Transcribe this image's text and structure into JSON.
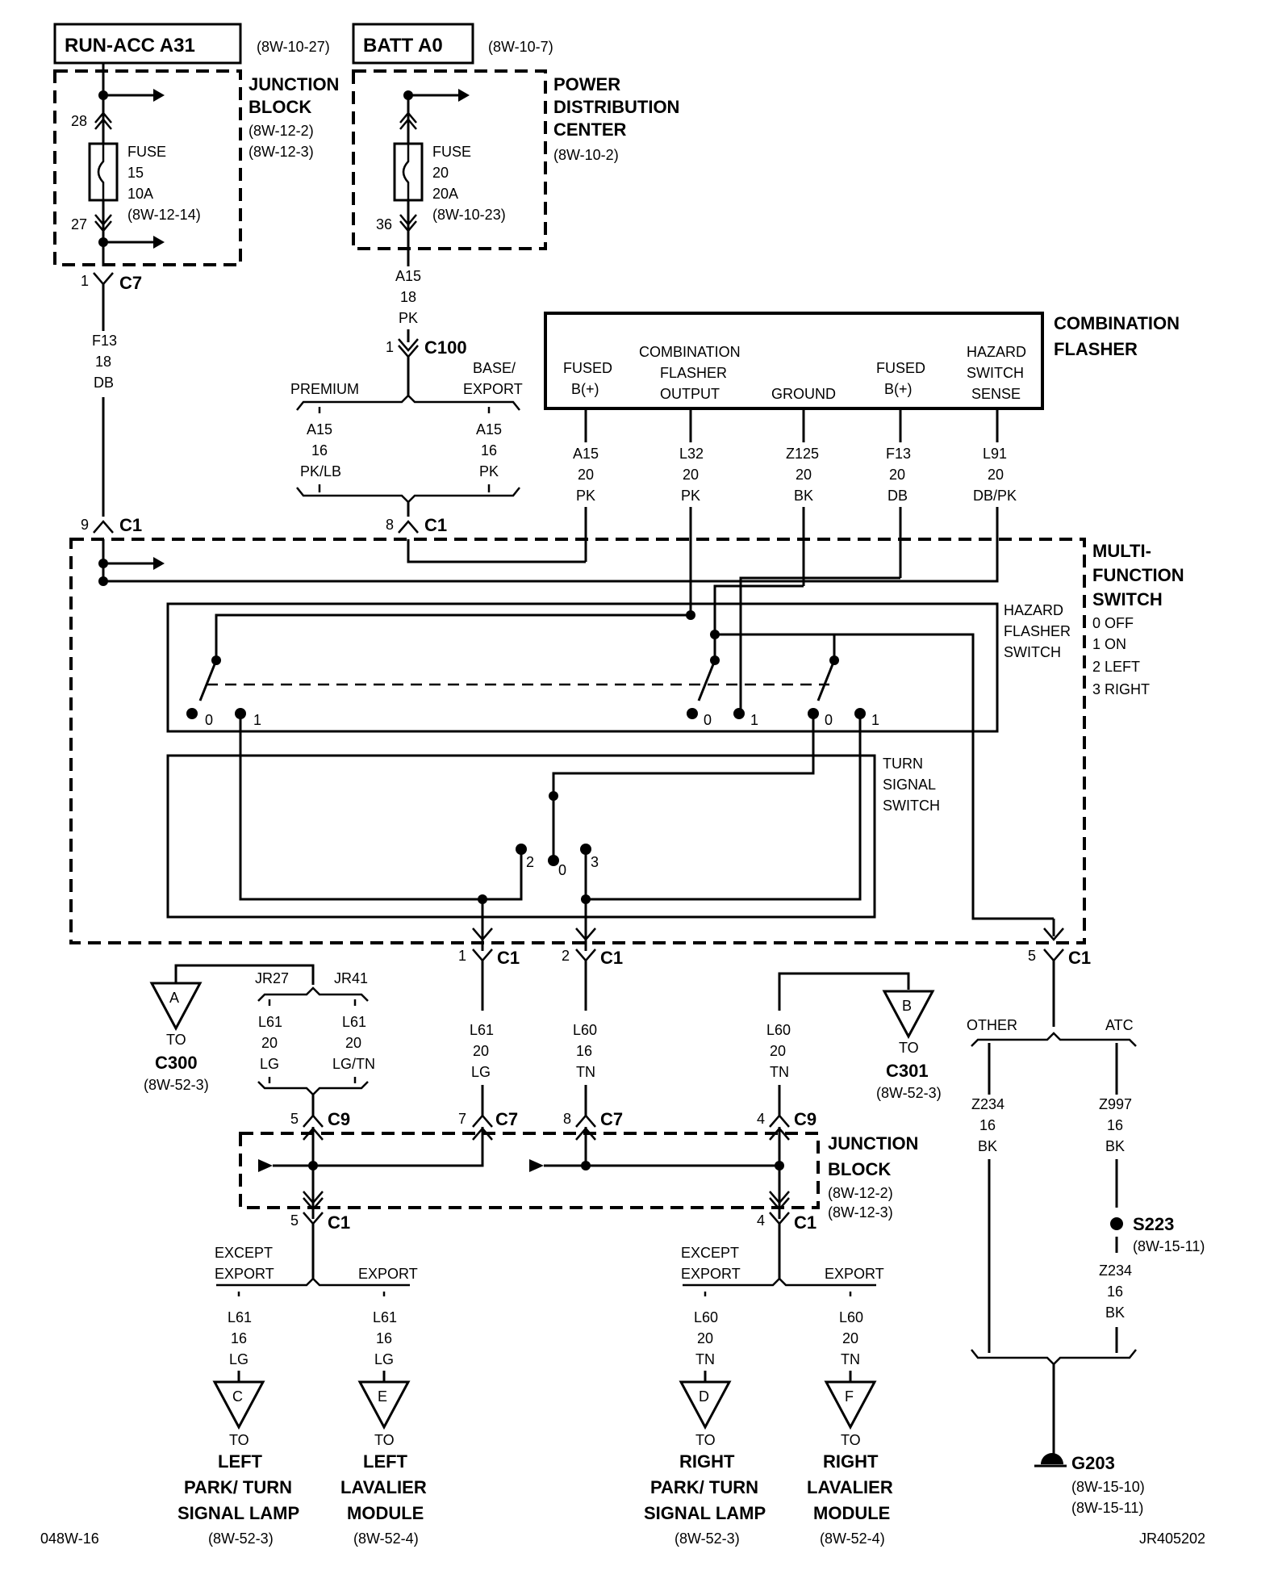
{
  "sources": {
    "run_acc": {
      "label": "RUN-ACC A31",
      "ref": "(8W-10-27)"
    },
    "batt": {
      "label": "BATT A0",
      "ref": "(8W-10-7)"
    }
  },
  "junction_block_top": {
    "title": [
      "JUNCTION",
      "BLOCK"
    ],
    "refs": [
      "(8W-12-2)",
      "(8W-12-3)"
    ],
    "fuse": [
      "FUSE",
      "15",
      "10A",
      "(8W-12-14)"
    ],
    "pin_in": "28",
    "pin_out": "27"
  },
  "pdc": {
    "title": [
      "POWER",
      "DISTRIBUTION",
      "CENTER"
    ],
    "ref": "(8W-10-2)",
    "fuse": [
      "FUSE",
      "20",
      "20A",
      "(8W-10-23)"
    ],
    "pin_out": "36"
  },
  "wires_top": {
    "f13": [
      "F13",
      "18",
      "DB"
    ],
    "a15": [
      "A15",
      "18",
      "PK"
    ],
    "a15_premium": [
      "A15",
      "16",
      "PK/LB"
    ],
    "a15_base": [
      "A15",
      "16",
      "PK"
    ]
  },
  "connectors_top": {
    "c7": {
      "pin": "1",
      "name": "C7"
    },
    "c100": {
      "pin": "1",
      "name": "C100"
    },
    "c1_9": {
      "pin": "9",
      "name": "C1"
    },
    "c1_8": {
      "pin": "8",
      "name": "C1"
    },
    "premium": "PREMIUM",
    "base_export": [
      "BASE/",
      "EXPORT"
    ]
  },
  "flasher": {
    "title": [
      "COMBINATION",
      "FLASHER"
    ],
    "pins": [
      {
        "label": [
          "FUSED",
          "B(+)"
        ],
        "wire": [
          "A15",
          "20",
          "PK"
        ]
      },
      {
        "label": [
          "COMBINATION",
          "FLASHER",
          "OUTPUT"
        ],
        "wire": [
          "L32",
          "20",
          "PK"
        ]
      },
      {
        "label": [
          "GROUND"
        ],
        "wire": [
          "Z125",
          "20",
          "BK"
        ]
      },
      {
        "label": [
          "FUSED",
          "B(+)"
        ],
        "wire": [
          "F13",
          "20",
          "DB"
        ]
      },
      {
        "label": [
          "HAZARD",
          "SWITCH",
          "SENSE"
        ],
        "wire": [
          "L91",
          "20",
          "DB/PK"
        ]
      }
    ]
  },
  "mfs": {
    "title": [
      "MULTI-",
      "FUNCTION",
      "SWITCH"
    ],
    "positions": [
      "0 OFF",
      "1 ON",
      "2 LEFT",
      "3 RIGHT"
    ],
    "hazard_label": [
      "HAZARD",
      "FLASHER",
      "SWITCH"
    ],
    "turn_label": [
      "TURN",
      "SIGNAL",
      "SWITCH"
    ],
    "hz_contacts": [
      "0",
      "1",
      "0",
      "1",
      "0",
      "1"
    ],
    "ts_contacts": [
      "2",
      "0",
      "3"
    ]
  },
  "mid_connectors": {
    "c1_1": {
      "pin": "1",
      "name": "C1"
    },
    "c1_2": {
      "pin": "2",
      "name": "C1"
    },
    "c1_5": {
      "pin": "5",
      "name": "C1"
    }
  },
  "mid_wires": {
    "l61": [
      "L61",
      "20",
      "LG"
    ],
    "l60a": [
      "L60",
      "16",
      "TN"
    ],
    "l60b": [
      "L60",
      "20",
      "TN"
    ],
    "jr27": "JR27",
    "jr41": "JR41",
    "jr27_wire": [
      "L61",
      "20",
      "LG"
    ],
    "jr41_wire": [
      "L61",
      "20",
      "LG/TN"
    ]
  },
  "offpage": {
    "a": {
      "letter": "A",
      "to": "TO",
      "name": "C300",
      "ref": "(8W-52-3)"
    },
    "b": {
      "letter": "B",
      "to": "TO",
      "name": "C301",
      "ref": "(8W-52-3)"
    }
  },
  "junction_block_bottom": {
    "title": [
      "JUNCTION",
      "BLOCK"
    ],
    "refs": [
      "(8W-12-2)",
      "(8W-12-3)"
    ],
    "c9a": {
      "pin": "5",
      "name": "C9"
    },
    "c7": {
      "pin": "7",
      "name": "C7"
    },
    "c7b": {
      "pin": "8",
      "name": "C7"
    },
    "c9b": {
      "pin": "4",
      "name": "C9"
    },
    "c1a": {
      "pin": "5",
      "name": "C1"
    },
    "c1b": {
      "pin": "4",
      "name": "C1"
    }
  },
  "ground": {
    "other": "OTHER",
    "atc": "ATC",
    "z234a": [
      "Z234",
      "16",
      "BK"
    ],
    "z997": [
      "Z997",
      "16",
      "BK"
    ],
    "s223": {
      "name": "S223",
      "ref": "(8W-15-11)"
    },
    "z234b": [
      "Z234",
      "16",
      "BK"
    ],
    "g203": {
      "name": "G203",
      "refs": [
        "(8W-15-10)",
        "(8W-15-11)"
      ]
    }
  },
  "bottom": {
    "left_split": {
      "except": [
        "EXCEPT",
        "EXPORT"
      ],
      "export": "EXPORT"
    },
    "right_split": {
      "except": [
        "EXCEPT",
        "EXPORT"
      ],
      "export": "EXPORT"
    },
    "outputs": [
      {
        "wire": [
          "L61",
          "16",
          "LG"
        ],
        "letter": "C",
        "to": "TO",
        "name": [
          "LEFT",
          "PARK/ TURN",
          "SIGNAL LAMP"
        ],
        "ref": "(8W-52-3)"
      },
      {
        "wire": [
          "L61",
          "16",
          "LG"
        ],
        "letter": "E",
        "to": "TO",
        "name": [
          "LEFT",
          "LAVALIER",
          "MODULE"
        ],
        "ref": "(8W-52-4)"
      },
      {
        "wire": [
          "L60",
          "20",
          "TN"
        ],
        "letter": "D",
        "to": "TO",
        "name": [
          "RIGHT",
          "PARK/ TURN",
          "SIGNAL LAMP"
        ],
        "ref": "(8W-52-3)"
      },
      {
        "wire": [
          "L60",
          "20",
          "TN"
        ],
        "letter": "F",
        "to": "TO",
        "name": [
          "RIGHT",
          "LAVALIER",
          "MODULE"
        ],
        "ref": "(8W-52-4)"
      }
    ]
  },
  "footer": {
    "left": "048W-16",
    "right": "JR405202"
  }
}
